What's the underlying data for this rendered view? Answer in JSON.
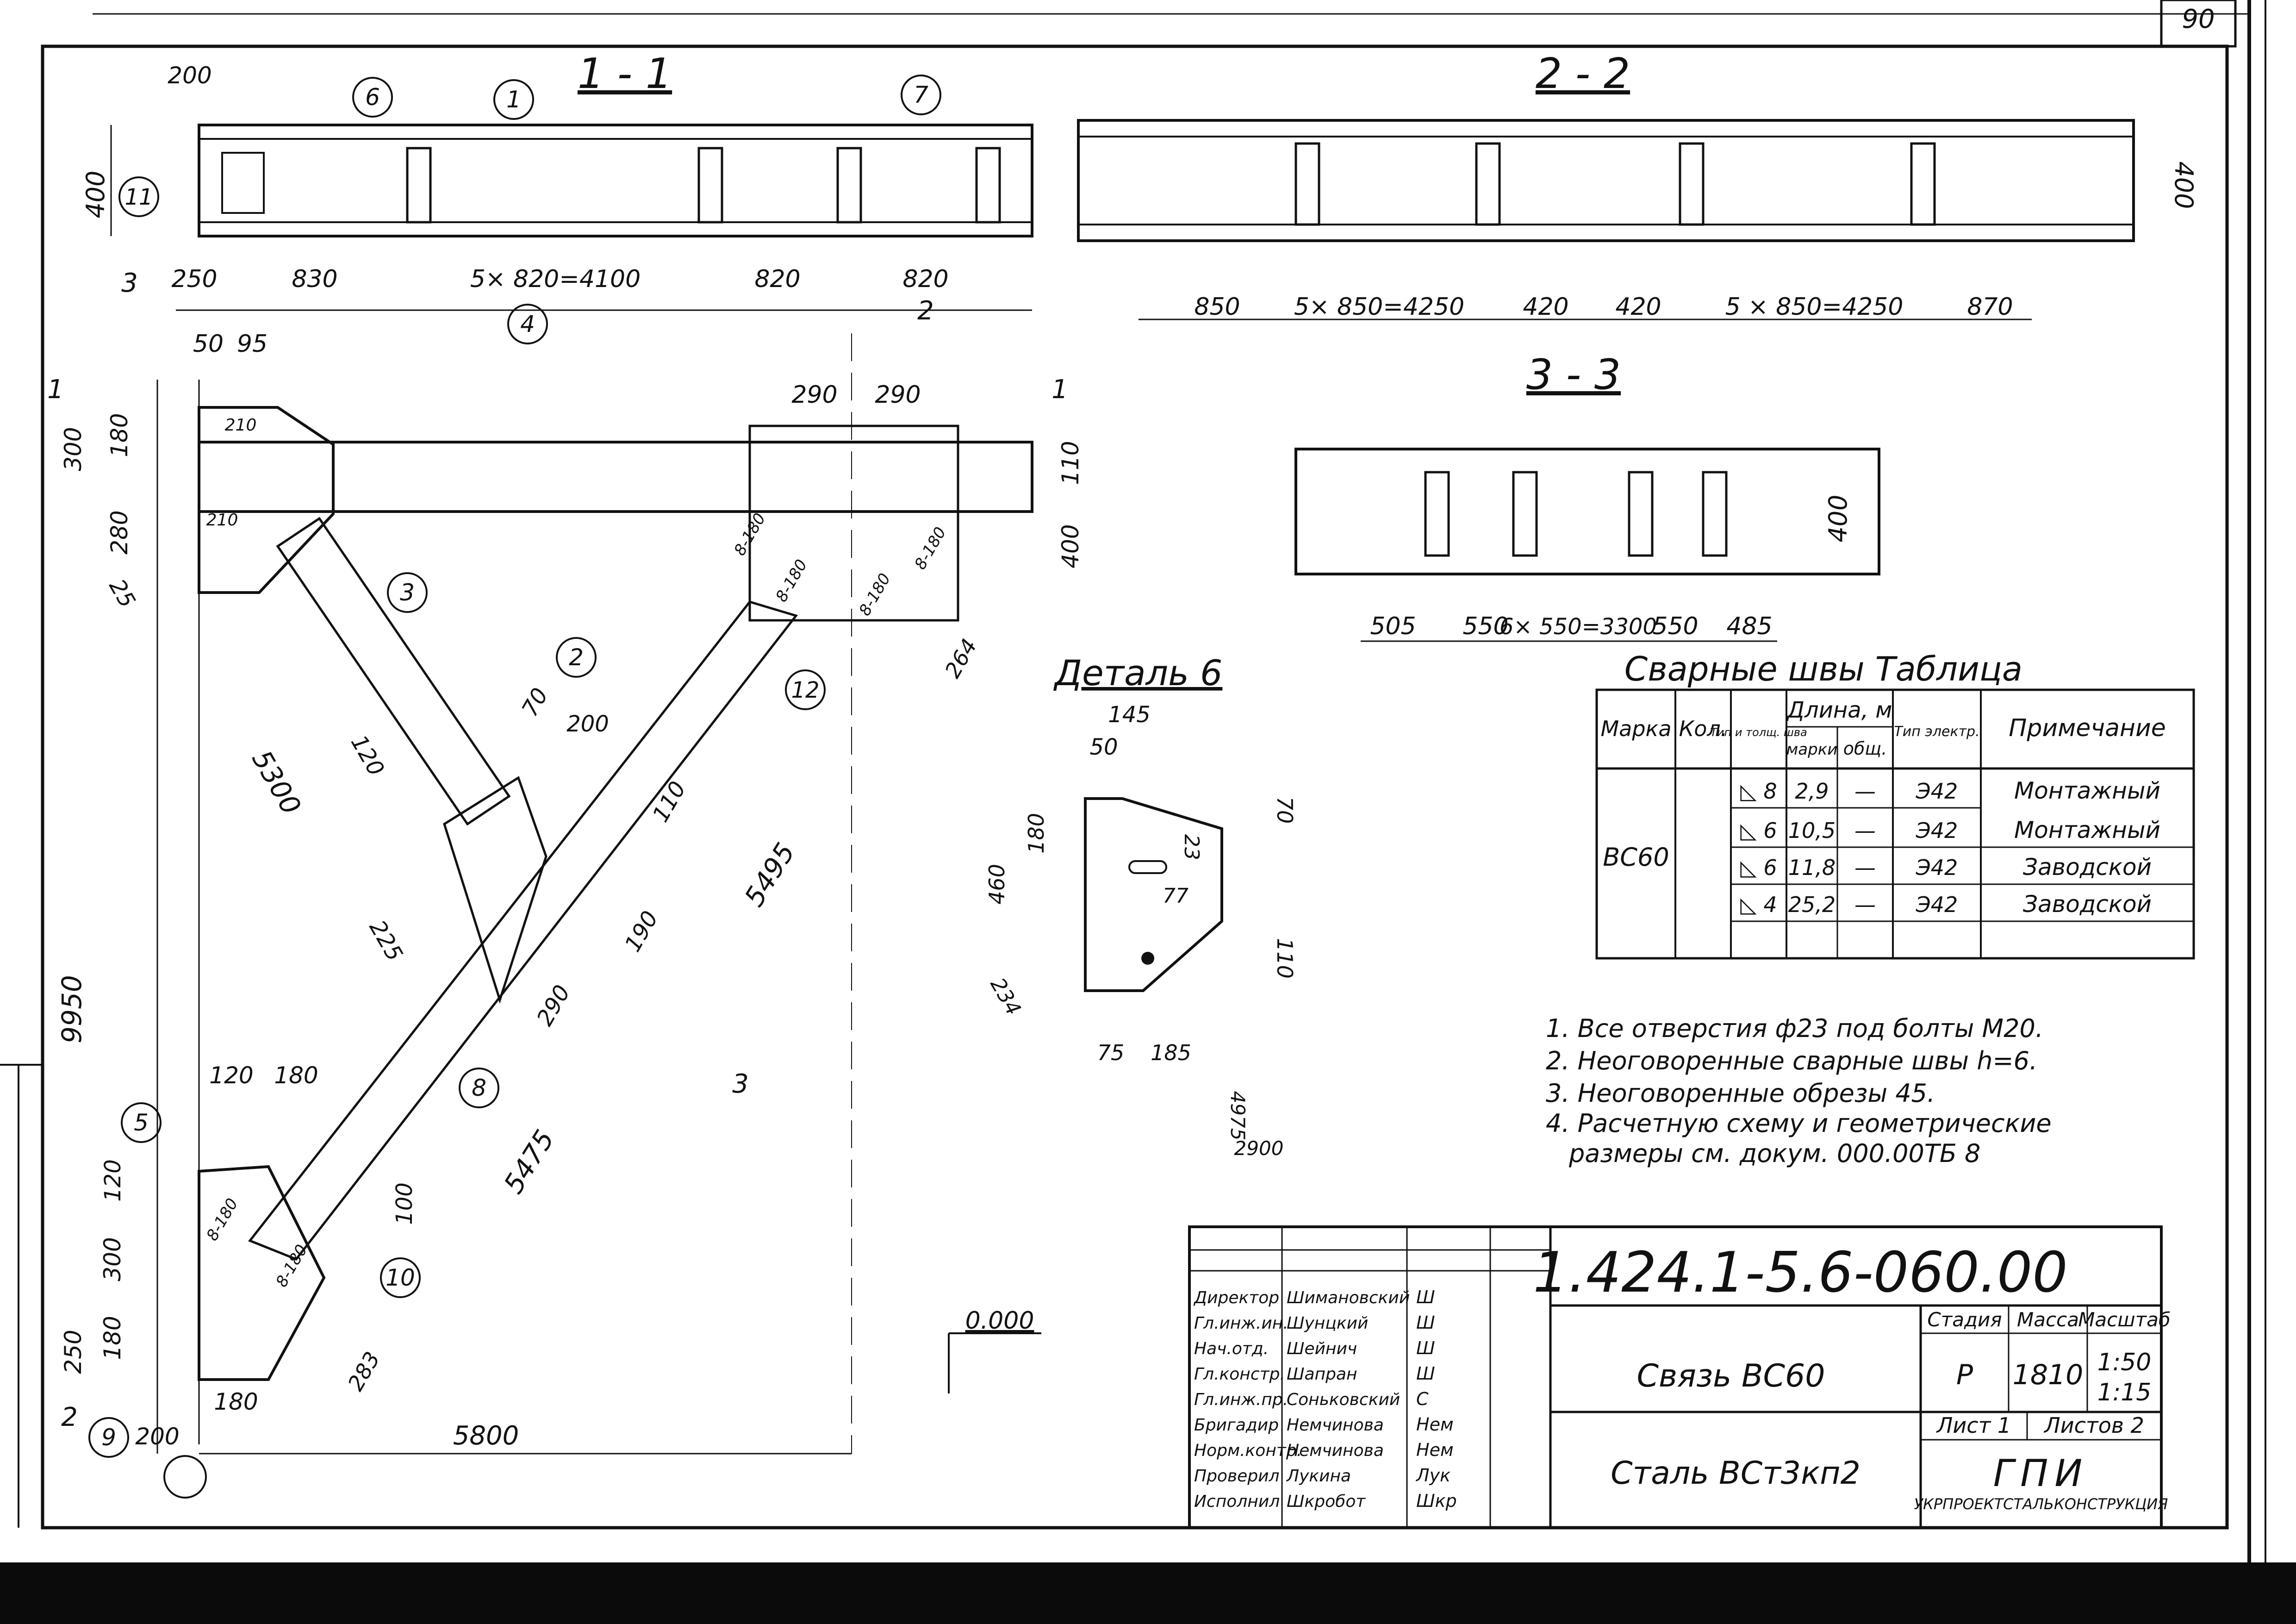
{
  "sheet_corner_number": "90",
  "sections": {
    "s11": {
      "title": "1 - 1",
      "dims": [
        "250",
        "830",
        "5× 820=4100",
        "820",
        "820"
      ],
      "height": "400",
      "left_top": "200"
    },
    "s22": {
      "title": "2 - 2",
      "dims": [
        "850",
        "5× 850=4250",
        "420",
        "420",
        "5  × 850=4250",
        "870"
      ],
      "height": "400"
    },
    "s33": {
      "title": "3 - 3",
      "dims": [
        "505",
        "550",
        "6× 550=3300",
        "550",
        "485"
      ],
      "height": "400"
    }
  },
  "main_view": {
    "top_dims": [
      "50",
      "95",
      "290",
      "290"
    ],
    "left_dims": [
      "300",
      "180",
      "280",
      "25",
      "120",
      "300",
      "180",
      "250"
    ],
    "right_dims": [
      "110",
      "400",
      "264"
    ],
    "diag_dims": [
      "70",
      "200",
      "120",
      "110",
      "225",
      "190",
      "290",
      "283",
      "100"
    ],
    "long_dims": [
      "5300",
      "5495",
      "5475"
    ],
    "total_height": "9950",
    "total_width": "5800",
    "bottom_dims": [
      "200",
      "180"
    ],
    "mid_dims": [
      "120",
      "180"
    ],
    "plate_labels": [
      "210",
      "210",
      "8-180",
      "8-180",
      "8-180",
      "8-180",
      "8-180",
      "8-180"
    ],
    "elevation": "0.000",
    "section_marks": [
      "1",
      "1",
      "2",
      "2",
      "3",
      "3"
    ]
  },
  "callouts": [
    "1",
    "2",
    "3",
    "4",
    "5",
    "6",
    "7",
    "8",
    "9",
    "10",
    "11",
    "12"
  ],
  "detail6": {
    "title": "Деталь 6",
    "dims_top": [
      "145",
      "50"
    ],
    "dims": [
      "180",
      "460",
      "23",
      "77",
      "70",
      "110",
      "234",
      "75",
      "185",
      "4975",
      "2900"
    ]
  },
  "weld_table": {
    "title": "Сварные  швы   Таблица",
    "headers": {
      "mark": "Марка",
      "qty": "Кол.",
      "type": "Тип и толщ. шва",
      "length": "Длина, м",
      "per_mark": "марки",
      "total": "общ.",
      "electrode": "Тип электр.",
      "note": "Примечание"
    },
    "mark_value": "ВС60",
    "rows": [
      {
        "type": "◺ 8",
        "len": "2,9",
        "total": "—",
        "el": "Э42",
        "note": "Монтажный"
      },
      {
        "type": "◺ 6",
        "len": "10,5",
        "total": "—",
        "el": "Э42",
        "note": "Монтажный"
      },
      {
        "type": "◺ 6",
        "len": "11,8",
        "total": "—",
        "el": "Э42",
        "note": "Заводской"
      },
      {
        "type": "◺ 4",
        "len": "25,2",
        "total": "—",
        "el": "Э42",
        "note": "Заводской"
      }
    ]
  },
  "notes": [
    "1. Все отверстия ф23 под болты М20.",
    "2. Неоговоренные сварные швы h=6.",
    "3. Неоговоренные обрезы 45.",
    "4. Расчетную схему и геометрические",
    "размеры см. докум. 000.00ТБ 8"
  ],
  "title_block": {
    "doc_number": "1.424.1-5.6-060.00",
    "title": "Связь ВС60",
    "material": "Сталь ВСт3кп2",
    "stage_label": "Стадия",
    "mass_label": "Масса",
    "scale_label": "Масштаб",
    "stage": "Р",
    "mass": "1810",
    "scale1": "1:50",
    "scale2": "1:15",
    "sheet": "Лист 1",
    "sheets": "Листов  2",
    "org_big": "ГПИ",
    "org_small": "УКРПРОЕКТСТАЛЬКОНСТРУКЦИЯ",
    "staff": [
      {
        "role": "Директор",
        "name": "Шимановский"
      },
      {
        "role": "Гл.инж.ин.",
        "name": "Шунцкий"
      },
      {
        "role": "Нач.отд.",
        "name": "Шейнич"
      },
      {
        "role": "Гл.констр.",
        "name": "Шапран"
      },
      {
        "role": "Гл.инж.пр.",
        "name": "Соньковский"
      },
      {
        "role": "Бригадир",
        "name": "Немчинова"
      },
      {
        "role": "Норм.контр.",
        "name": "Немчинова"
      },
      {
        "role": "Проверил",
        "name": "Лукина"
      },
      {
        "role": "Исполнил",
        "name": "Шкробот"
      }
    ],
    "signatures": [
      "Ш",
      "Ш",
      "Ш",
      "Ш",
      "С",
      "Нем",
      "Нем",
      "Лук",
      "Шкр"
    ]
  }
}
